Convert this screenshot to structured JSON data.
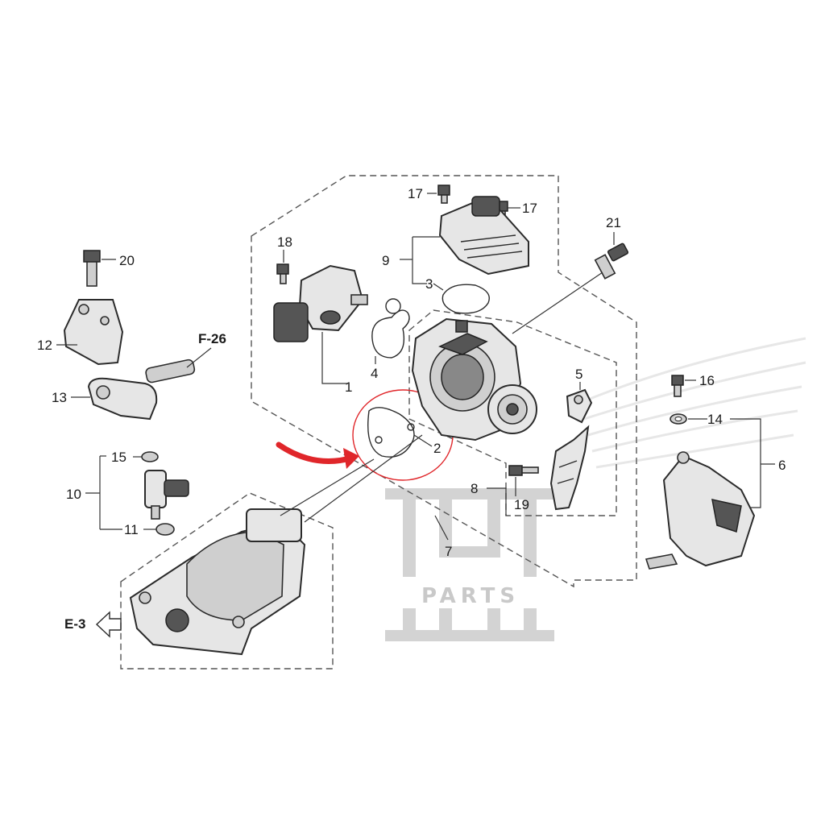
{
  "diagram": {
    "callouts": {
      "c1": "1",
      "c2": "2",
      "c3": "3",
      "c4": "4",
      "c5": "5",
      "c6": "6",
      "c7": "7",
      "c8": "8",
      "c9": "9",
      "c10": "10",
      "c11": "11",
      "c12": "12",
      "c13": "13",
      "c14": "14",
      "c15": "15",
      "c16": "16",
      "c17a": "17",
      "c17b": "17",
      "c18": "18",
      "c19": "19",
      "c20": "20",
      "c21": "21"
    },
    "references": {
      "f26": "F-26",
      "e3": "E-3"
    },
    "watermark": {
      "text": "PARTS",
      "color": "#c4c4c4"
    },
    "highlight": {
      "color": "#e0262a"
    }
  }
}
